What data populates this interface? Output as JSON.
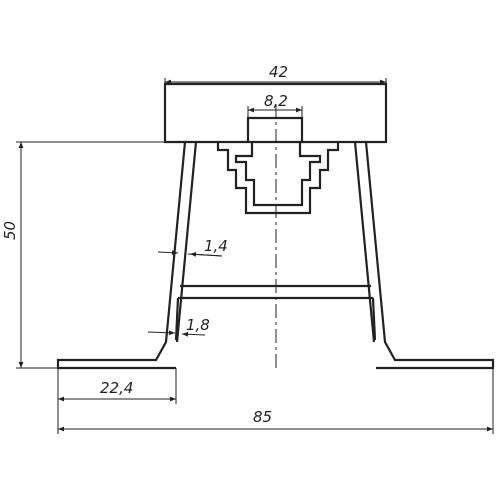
{
  "drawing": {
    "line_color": "#222222",
    "dimensions": {
      "top_width": "42",
      "slot_width": "8,2",
      "height": "50",
      "wall_upper": "1,4",
      "wall_lower": "1,8",
      "flange": "22,4",
      "total_width": "85"
    }
  }
}
